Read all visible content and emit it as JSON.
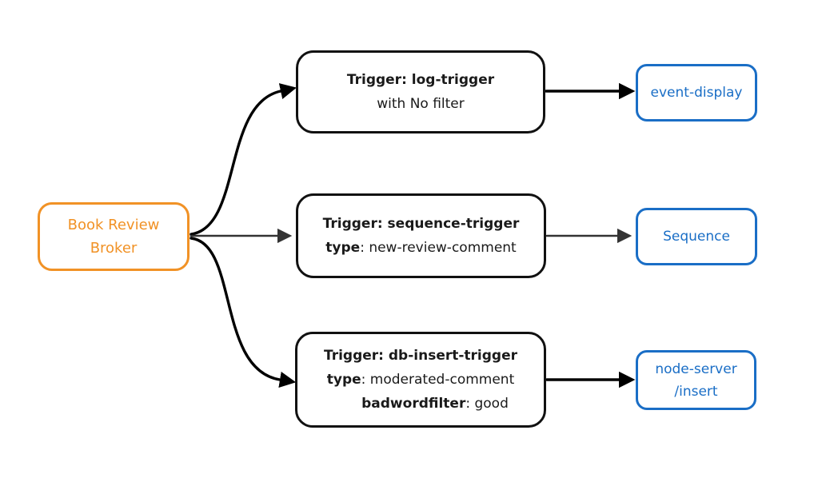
{
  "nodes": {
    "broker": {
      "line1": "Book Review",
      "line2": "Broker"
    },
    "trigger_log": {
      "title": "Trigger: log-trigger",
      "filter_note": "with No filter"
    },
    "trigger_sequence": {
      "title": "Trigger: sequence-trigger",
      "attr_key": "type",
      "attr_value": ": new-review-comment"
    },
    "trigger_db_insert": {
      "title": "Trigger: db-insert-trigger",
      "attr1_key": "type",
      "attr1_value": ": moderated-comment",
      "attr2_key": "badwordfilter",
      "attr2_value": ": good"
    },
    "sink_event_display": {
      "label": "event-display"
    },
    "sink_sequence": {
      "label": "Sequence"
    },
    "sink_node_server": {
      "line1": "node-server",
      "line2": "/insert"
    }
  },
  "edges": [
    {
      "from": "broker",
      "to": "trigger_log"
    },
    {
      "from": "broker",
      "to": "trigger_sequence"
    },
    {
      "from": "broker",
      "to": "trigger_db_insert"
    },
    {
      "from": "trigger_log",
      "to": "sink_event_display"
    },
    {
      "from": "trigger_sequence",
      "to": "sink_sequence"
    },
    {
      "from": "trigger_db_insert",
      "to": "sink_node_server"
    }
  ],
  "colors": {
    "broker_accent": "#F19226",
    "sink_accent": "#1A6EC6",
    "trigger_border": "#111111",
    "edge_dark": "#000000",
    "edge_gray": "#333333",
    "background": "#FFFFFF",
    "trigger_text": "#1A1A1A"
  }
}
